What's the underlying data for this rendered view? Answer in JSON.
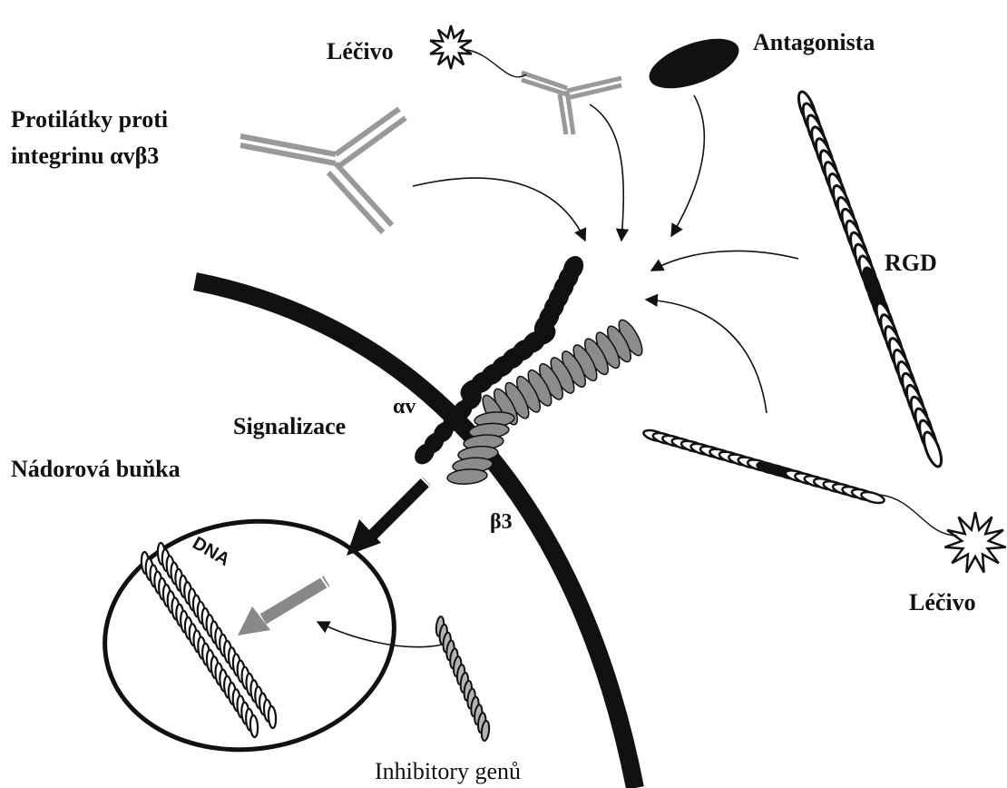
{
  "labels": {
    "drug_top": "Léčivo",
    "antagonist": "Antagonista",
    "antibody_line1": "Protilátky proti",
    "antibody_line2": "integrinu αvβ3",
    "rgd": "RGD",
    "alpha_v": "αv",
    "signaling": "Signalizace",
    "tumor_cell": "Nádorová buňka",
    "beta3": "β3",
    "dna": "DNA",
    "drug_bottom": "Léčivo",
    "gene_inhibitors": "Inhibitory genů"
  },
  "colors": {
    "black": "#111111",
    "gray": "#8c8c8c",
    "light_gray": "#b3b3b3",
    "white": "#ffffff"
  }
}
